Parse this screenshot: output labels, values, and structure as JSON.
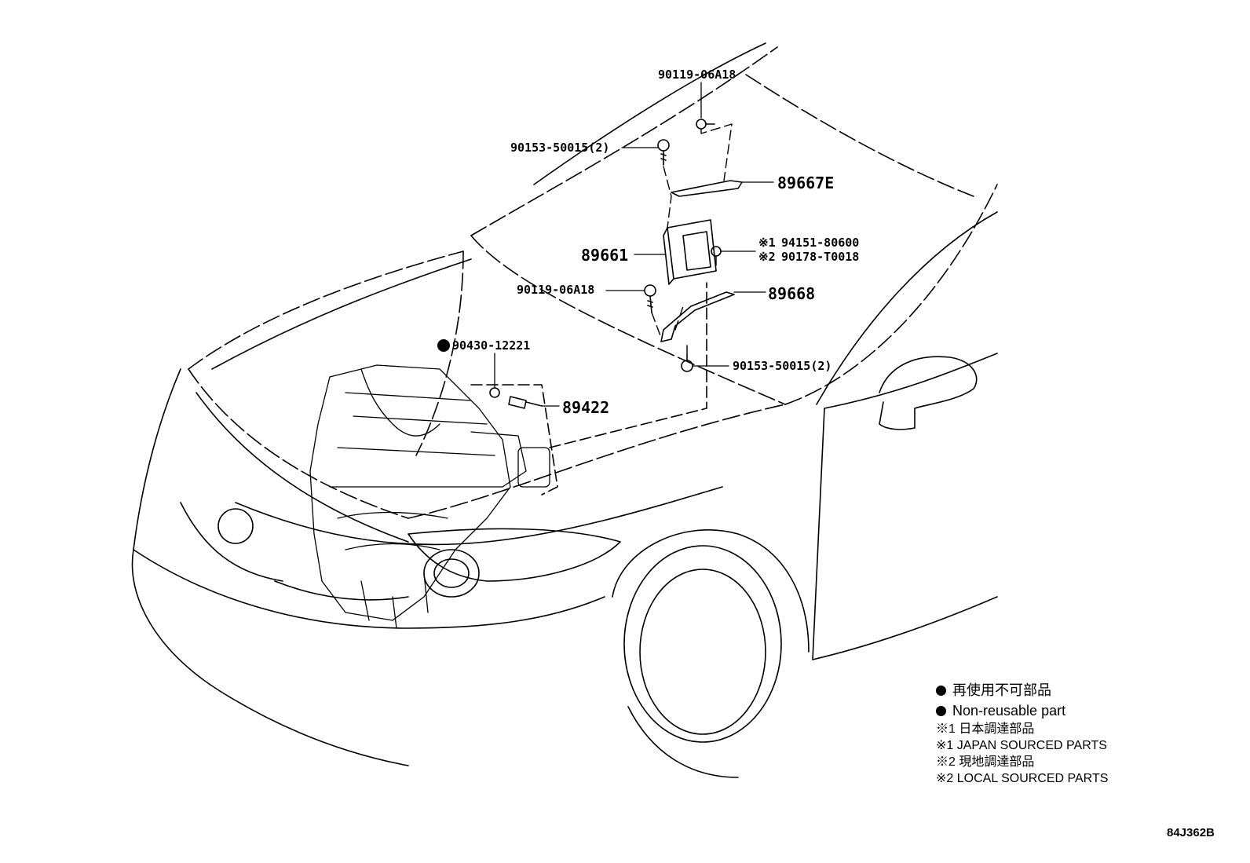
{
  "parts": {
    "bolt_top": "90119-06A18",
    "bolt_upper_left": "90153-50015(2)",
    "bracket_upper": "89667E",
    "ecu": "89661",
    "nut_japan": "94151-80600",
    "nut_local": "90178-T0018",
    "bolt_mid": "90119-06A18",
    "bracket_lower": "89668",
    "bolt_lower": "90153-50015(2)",
    "gasket": "90430-12221",
    "sensor": "89422"
  },
  "marks": {
    "note1": "※1",
    "note2": "※2"
  },
  "legend": {
    "nonreusable_jp": "再使用不可部品",
    "nonreusable_en": "Non-reusable part",
    "note1_jp": "※1 日本調達部品",
    "note1_en": "※1 JAPAN SOURCED PARTS",
    "note2_jp": "※2 現地調達部品",
    "note2_en": "※2 LOCAL SOURCED PARTS"
  },
  "illustration_code": "84J362B"
}
